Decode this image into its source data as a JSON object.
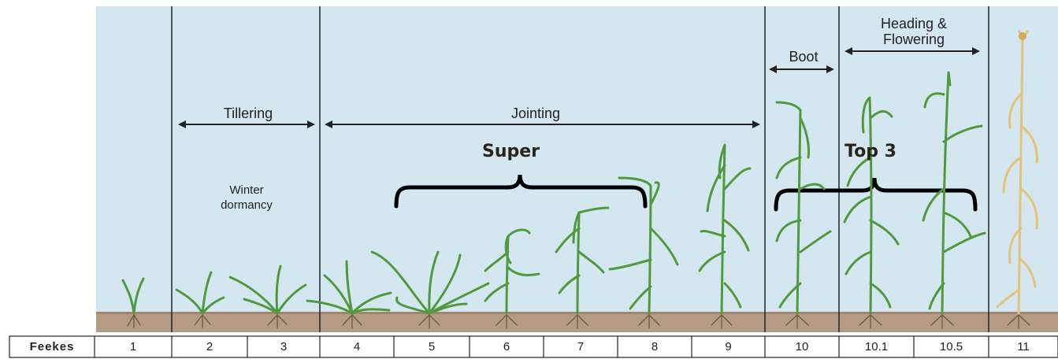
{
  "stages": {
    "tillering": "Tillering",
    "winter_dormancy": "Winter dormancy",
    "jointing": "Jointing",
    "boot": "Boot",
    "heading_flowering": "Heading & Flowering"
  },
  "callouts": {
    "super": "Super",
    "top3": "Top 3"
  },
  "scale": {
    "label": "Feekes",
    "values": [
      "1",
      "2",
      "3",
      "4",
      "5",
      "6",
      "7",
      "8",
      "9",
      "10",
      "10.1",
      "10.5",
      "11"
    ]
  },
  "colors": {
    "sky": "#d4e6ef",
    "soil": "#b59a84",
    "plant_green": "#4f9a3e",
    "mature_plant": "#e3c27a",
    "root": "#6b5a48",
    "bracket": "#000000"
  }
}
